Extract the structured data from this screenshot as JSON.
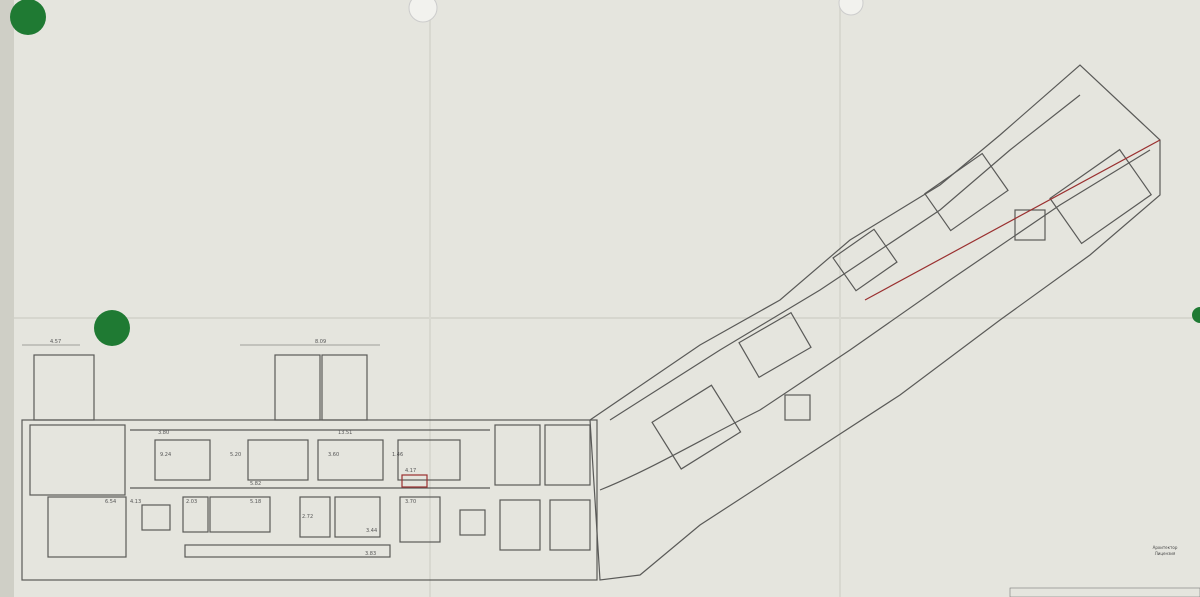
{
  "drawing": {
    "type": "floor plan photograph",
    "colors": {
      "paper": "#e6e6df",
      "line": "#5a5a58",
      "pin_green": "#1f7a33",
      "pin_white": "#f2f2ee",
      "accent_red": "#9a3030"
    },
    "dimensions": [
      "4.57",
      "8.09",
      "13.51",
      "3.80",
      "9.24",
      "5.20",
      "5.82",
      "3.60",
      "1.46",
      "4.17",
      "6.54",
      "4.13",
      "2.03",
      "5.18",
      "2.72",
      "3.44",
      "3.70",
      "3.83"
    ]
  },
  "stamp": {
    "lines": [
      "Архитектор",
      "Лицензия"
    ]
  }
}
